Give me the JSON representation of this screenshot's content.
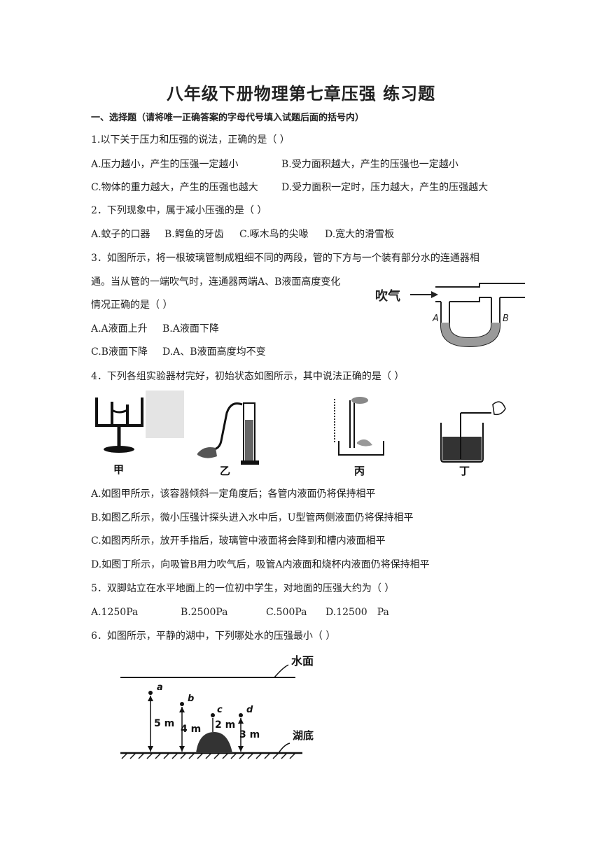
{
  "title": "八年级下册物理第七章压强 练习题",
  "section1": "一、选择题（请将唯一正确答案的字母代号填入试题后面的括号内）",
  "q1": {
    "stem": "1.以下关于压力和压强的说法，正确的是（ ）",
    "options": [
      "A.压力越小，产生的压强一定越小",
      "B.受力面积越大，产生的压强也一定越小",
      "C.物体的重力越大，产生的压强也越大",
      "D.受力面积一定时，压力越大，产生的压强越大"
    ]
  },
  "q2": {
    "stem": "2．下列现象中，属于减小压强的是（ ）",
    "options": [
      "A.蚊子的口器",
      "B.鳄鱼的牙齿",
      "C.啄木鸟的尖喙",
      "D.宽大的滑雪板"
    ]
  },
  "q3": {
    "stem1": "3．如图所示，将一根玻璃管制成粗细不同的两段，管的下方与一个装有部分水的连通器相",
    "stem2": "通。当从管的一端吹气时，连通器两端A、B液面高度变化",
    "stem3": "情况正确的是（ ）",
    "options": [
      "A.A液面上升",
      "B.A液面下降",
      "C.B液面下降",
      "D.A、B液面高度均不变"
    ],
    "figure": {
      "blow_label": "吹气",
      "label_a": "A",
      "label_b": "B"
    }
  },
  "q4": {
    "stem": "4．下列各组实验器材完好，初始状态如图所示，其中说法正确的是（ ）",
    "figure_labels": [
      "甲",
      "乙",
      "丙",
      "丁"
    ],
    "options": [
      "A.如图甲所示，该容器倾斜一定角度后；各管内液面仍将保持相平",
      "B.如图乙所示，微小压强计探头进入水中后，U型管两侧液面仍将保持相平",
      "C.如图丙所示，放开手指后，玻璃管中液面将会降到和槽内液面相平",
      "D.如图丁所示，向吸管B用力吹气后，吸管A内液面和烧杯内液面仍将保持相平"
    ]
  },
  "q5": {
    "stem": "5．双脚站立在水平地面上的一位初中学生，对地面的压强大约为（ ）",
    "options": [
      "A.1250Pa",
      "B.2500Pa",
      "C.500Pa",
      "D.12500　Pa"
    ]
  },
  "q6": {
    "stem": "6．如图所示，平静的湖中，下列哪处水的压强最小（ ）",
    "figure": {
      "surface_label": "水面",
      "bottom_label": "湖底",
      "points": [
        "a",
        "b",
        "c",
        "d"
      ],
      "depths": [
        "5 m",
        "4 m",
        "2 m",
        "3 m"
      ]
    }
  }
}
